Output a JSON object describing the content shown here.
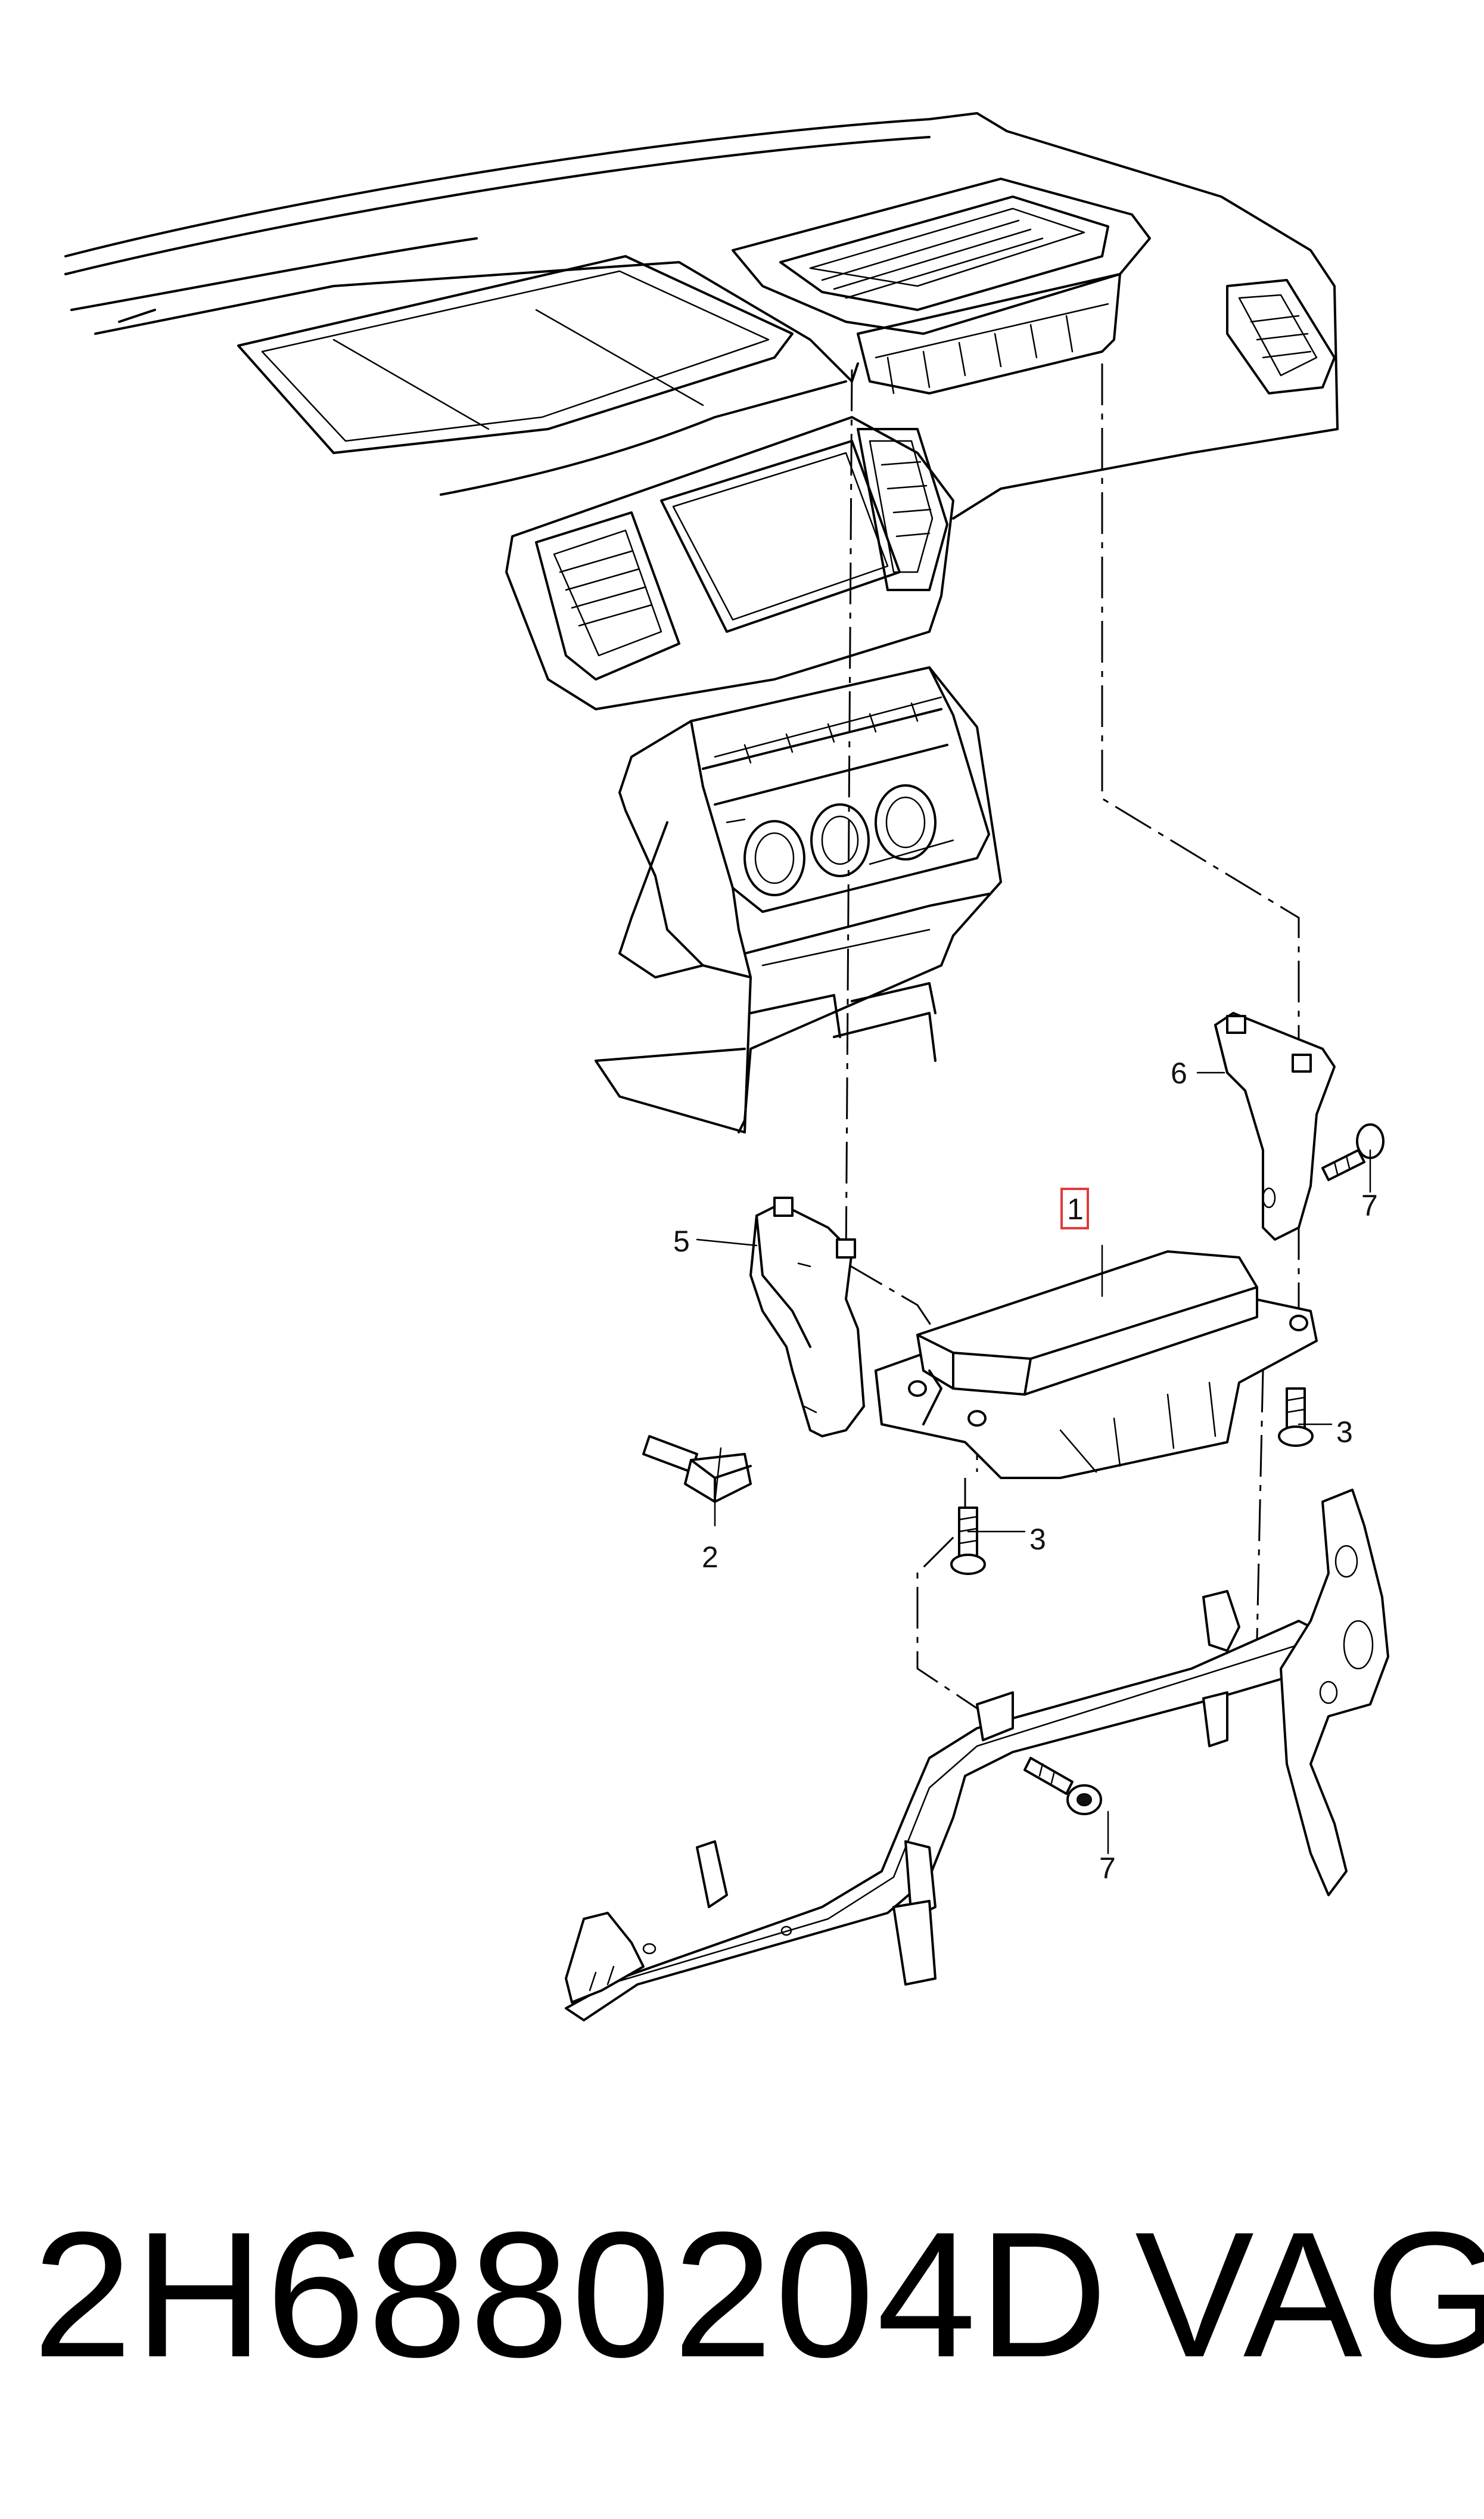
{
  "diagram": {
    "callouts": [
      {
        "id": "1",
        "label": "1",
        "highlighted": true
      },
      {
        "id": "2",
        "label": "2"
      },
      {
        "id": "3a",
        "label": "3"
      },
      {
        "id": "3b",
        "label": "3"
      },
      {
        "id": "5",
        "label": "5"
      },
      {
        "id": "6",
        "label": "6"
      },
      {
        "id": "7a",
        "label": "7"
      },
      {
        "id": "7b",
        "label": "7"
      }
    ],
    "highlight_color": "#e23b3b",
    "line_color": "#000000"
  },
  "footer": {
    "part_number": "2H6880204D",
    "brand": "VAG"
  }
}
